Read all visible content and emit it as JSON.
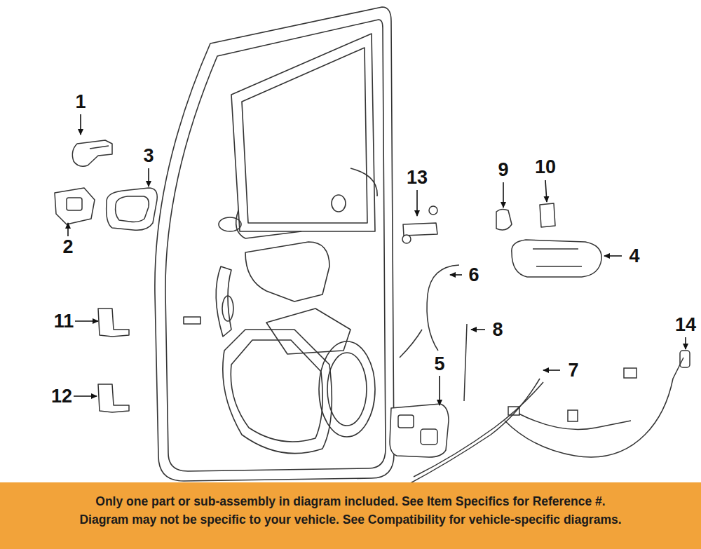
{
  "diagram": {
    "nodes": [
      {
        "text": [
          "Only one part or sub-assembly in diagram included. See Item Specifics for Reference #.",
          "Diagram may not be specific to your vehicle. See Compatibility for vehicle-specific diagrams."
        ]
      }
    ],
    "labels": [
      "1",
      "2",
      "3",
      "4",
      "5",
      "6",
      "7",
      "8",
      "9",
      "10",
      "11",
      "12",
      "13",
      "14"
    ]
  }
}
